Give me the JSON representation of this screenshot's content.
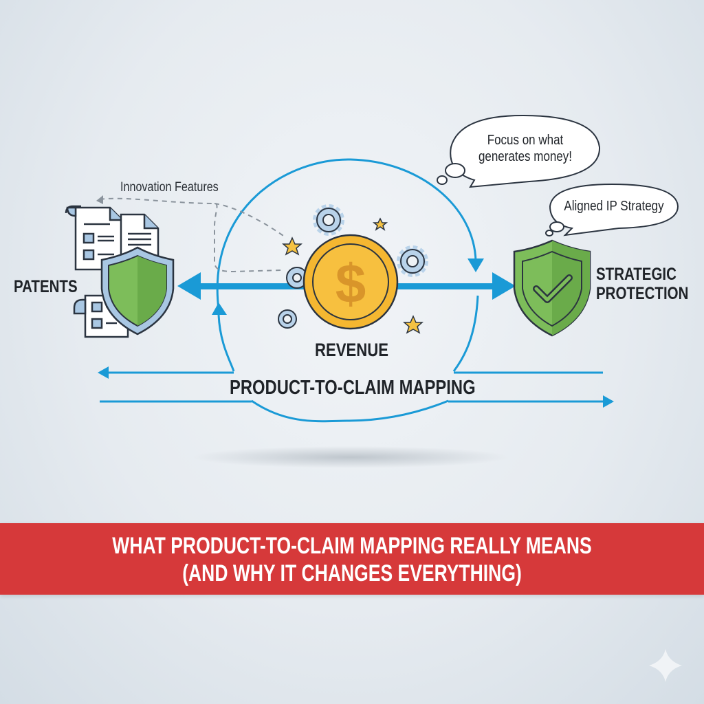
{
  "diagram": {
    "left_node": {
      "label": "PATENTS",
      "icons": [
        "patent-documents-icon",
        "shield-icon"
      ]
    },
    "center_node": {
      "label": "REVENUE",
      "icons": [
        "dollar-coin-icon",
        "gear-icon",
        "star-icon"
      ]
    },
    "right_node": {
      "label_line1": "STRATEGIC",
      "label_line2": "PROTECTION",
      "icons": [
        "shield-check-icon"
      ]
    },
    "annotation": "Innovation Features",
    "flow_label": "PRODUCT-TO-CLAIM MAPPING",
    "bubbles": [
      {
        "line1": "Focus on what",
        "line2": "generates money!"
      },
      {
        "line1": "Aligned IP Strategy"
      }
    ]
  },
  "banner": {
    "line1": "WHAT PRODUCT-TO-CLAIM MAPPING REALLY MEANS",
    "line2": "(AND WHY IT CHANGES EVERYTHING)"
  },
  "colors": {
    "accent_blue": "#1a9ad6",
    "shield_green": "#6ab04c",
    "coin_gold": "#f5b731",
    "banner_red": "#d6393a",
    "gear_blue": "#b9d3ea"
  }
}
